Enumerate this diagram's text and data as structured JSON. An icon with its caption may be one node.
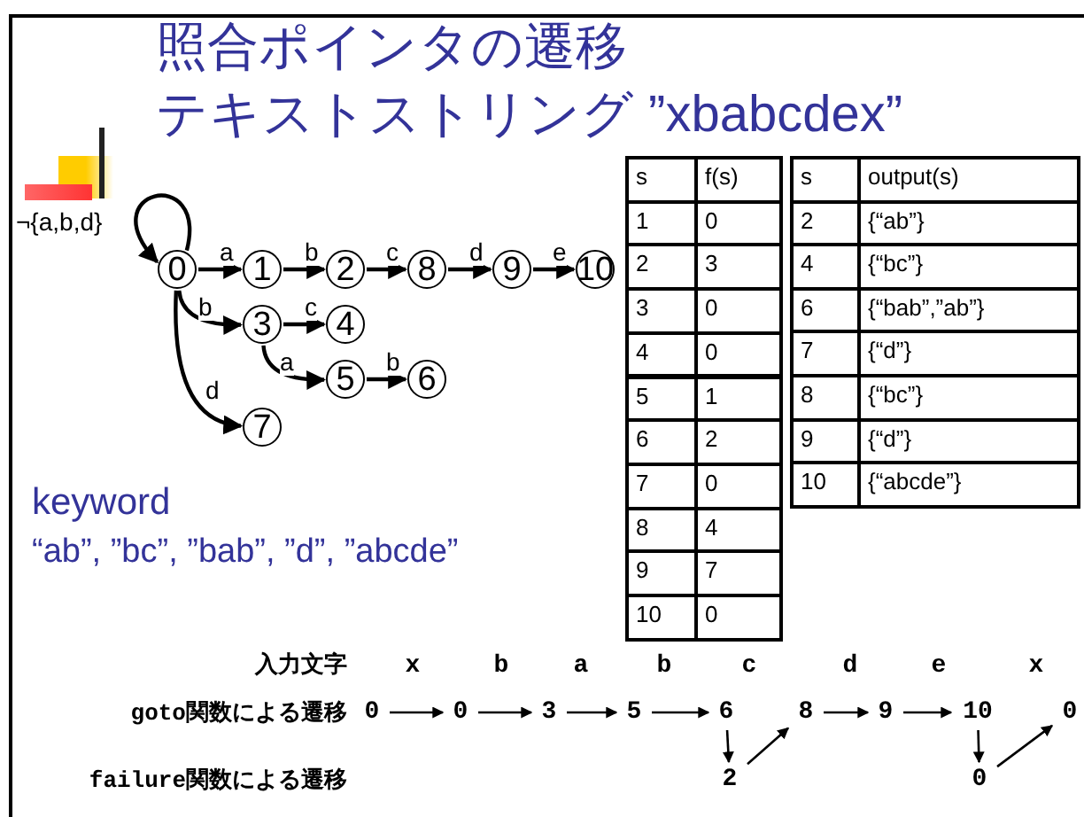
{
  "diagram": {
    "title": "照合ポインタの遷移",
    "nodes": [
      {
        "text": [
          "0"
        ]
      },
      {
        "text": [
          "1"
        ]
      },
      {
        "text": [
          "2"
        ]
      },
      {
        "text": [
          "8"
        ]
      },
      {
        "text": [
          "9"
        ]
      },
      {
        "text": [
          "10"
        ]
      },
      {
        "text": [
          "3"
        ]
      },
      {
        "text": [
          "4"
        ]
      },
      {
        "text": [
          "5"
        ]
      },
      {
        "text": [
          "6"
        ]
      },
      {
        "text": [
          "7"
        ]
      },
      {
        "text": [
          "0"
        ]
      },
      {
        "text": [
          "0"
        ]
      },
      {
        "text": [
          "3"
        ]
      },
      {
        "text": [
          "5"
        ]
      },
      {
        "text": [
          "6"
        ]
      },
      {
        "text": [
          "8"
        ]
      },
      {
        "text": [
          "9"
        ]
      },
      {
        "text": [
          "10"
        ]
      },
      {
        "text": [
          "0"
        ]
      },
      {
        "text": [
          "2"
        ]
      },
      {
        "text": [
          "0"
        ]
      }
    ],
    "edges": [
      {
        "from": 0,
        "to": 0,
        "arrow": "to",
        "label": "¬{a,b,d}"
      },
      {
        "from": 0,
        "to": 1,
        "arrow": "to",
        "label": "a"
      },
      {
        "from": 1,
        "to": 2,
        "arrow": "to",
        "label": "b"
      },
      {
        "from": 2,
        "to": 3,
        "arrow": "to",
        "label": "c"
      },
      {
        "from": 3,
        "to": 4,
        "arrow": "to",
        "label": "d"
      },
      {
        "from": 4,
        "to": 5,
        "arrow": "to",
        "label": "e"
      },
      {
        "from": 0,
        "to": 6,
        "arrow": "to",
        "label": "b"
      },
      {
        "from": 6,
        "to": 7,
        "arrow": "to",
        "label": "c"
      },
      {
        "from": 6,
        "to": 8,
        "arrow": "to",
        "label": "a"
      },
      {
        "from": 8,
        "to": 9,
        "arrow": "to",
        "label": "b"
      },
      {
        "from": 0,
        "to": 10,
        "arrow": "to",
        "label": "d"
      },
      {
        "from": 11,
        "to": 12,
        "arrow": "to"
      },
      {
        "from": 12,
        "to": 13,
        "arrow": "to"
      },
      {
        "from": 13,
        "to": 14,
        "arrow": "to"
      },
      {
        "from": 14,
        "to": 15,
        "arrow": "to"
      },
      {
        "from": 15,
        "to": 20,
        "arrow": "to"
      },
      {
        "from": 20,
        "to": 16,
        "arrow": "to"
      },
      {
        "from": 16,
        "to": 17,
        "arrow": "to"
      },
      {
        "from": 17,
        "to": 18,
        "arrow": "to"
      },
      {
        "from": 18,
        "to": 21,
        "arrow": "to"
      },
      {
        "from": 21,
        "to": 19,
        "arrow": "to"
      }
    ],
    "labels": [
      "テキストストリング ”xbabcdex”",
      "s",
      "f(s)",
      "1",
      "0",
      "2",
      "3",
      "3",
      "0",
      "4",
      "0",
      "5",
      "1",
      "6",
      "2",
      "7",
      "0",
      "8",
      "4",
      "9",
      "7",
      "10",
      "0",
      "s",
      "output(s)",
      "2",
      "{“ab”}",
      "4",
      "{“bc”}",
      "6",
      "{“bab”,”ab”}",
      "7",
      "{“d”}",
      "8",
      "{“bc”}",
      "9",
      "{“d”}",
      "10",
      "{“abcde”}",
      "keyword",
      "“ab”, ”bc”, ”bab”, ”d”, ”abcde”",
      "入力文字",
      "x",
      "b",
      "a",
      "b",
      "c",
      "d",
      "e",
      "x",
      "goto関数による遷移",
      "failure関数による遷移"
    ]
  }
}
